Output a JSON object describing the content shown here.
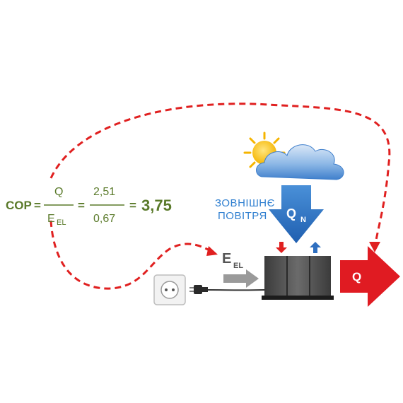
{
  "formula": {
    "lhs": "COP",
    "eq": "=",
    "q_symbol": "Q",
    "e_symbol": "E",
    "e_subscript": "EL",
    "numerator_value": "2,51",
    "denominator_value": "0,67",
    "result": "3,75"
  },
  "outdoor_air": {
    "line1": "ЗОВНІШНЄ",
    "line2": "ПОВІТРЯ"
  },
  "qn": {
    "symbol": "Q",
    "subscript": "N"
  },
  "e_el": {
    "symbol": "E",
    "subscript": "EL"
  },
  "q_output": {
    "symbol": "Q"
  },
  "colors": {
    "formula_green": "#5a7a2a",
    "red_dash": "#e02020",
    "output_red": "#e01b22",
    "blue_arrow": "#2f6fc0",
    "label_blue": "#2f7fd0",
    "grey_arrow": "#9a9a9a",
    "unit_dark": "#4a4a4a"
  },
  "icons": [
    "sun-icon",
    "cloud-icon",
    "power-socket-icon",
    "plug-icon",
    "heat-pump-unit-icon"
  ]
}
